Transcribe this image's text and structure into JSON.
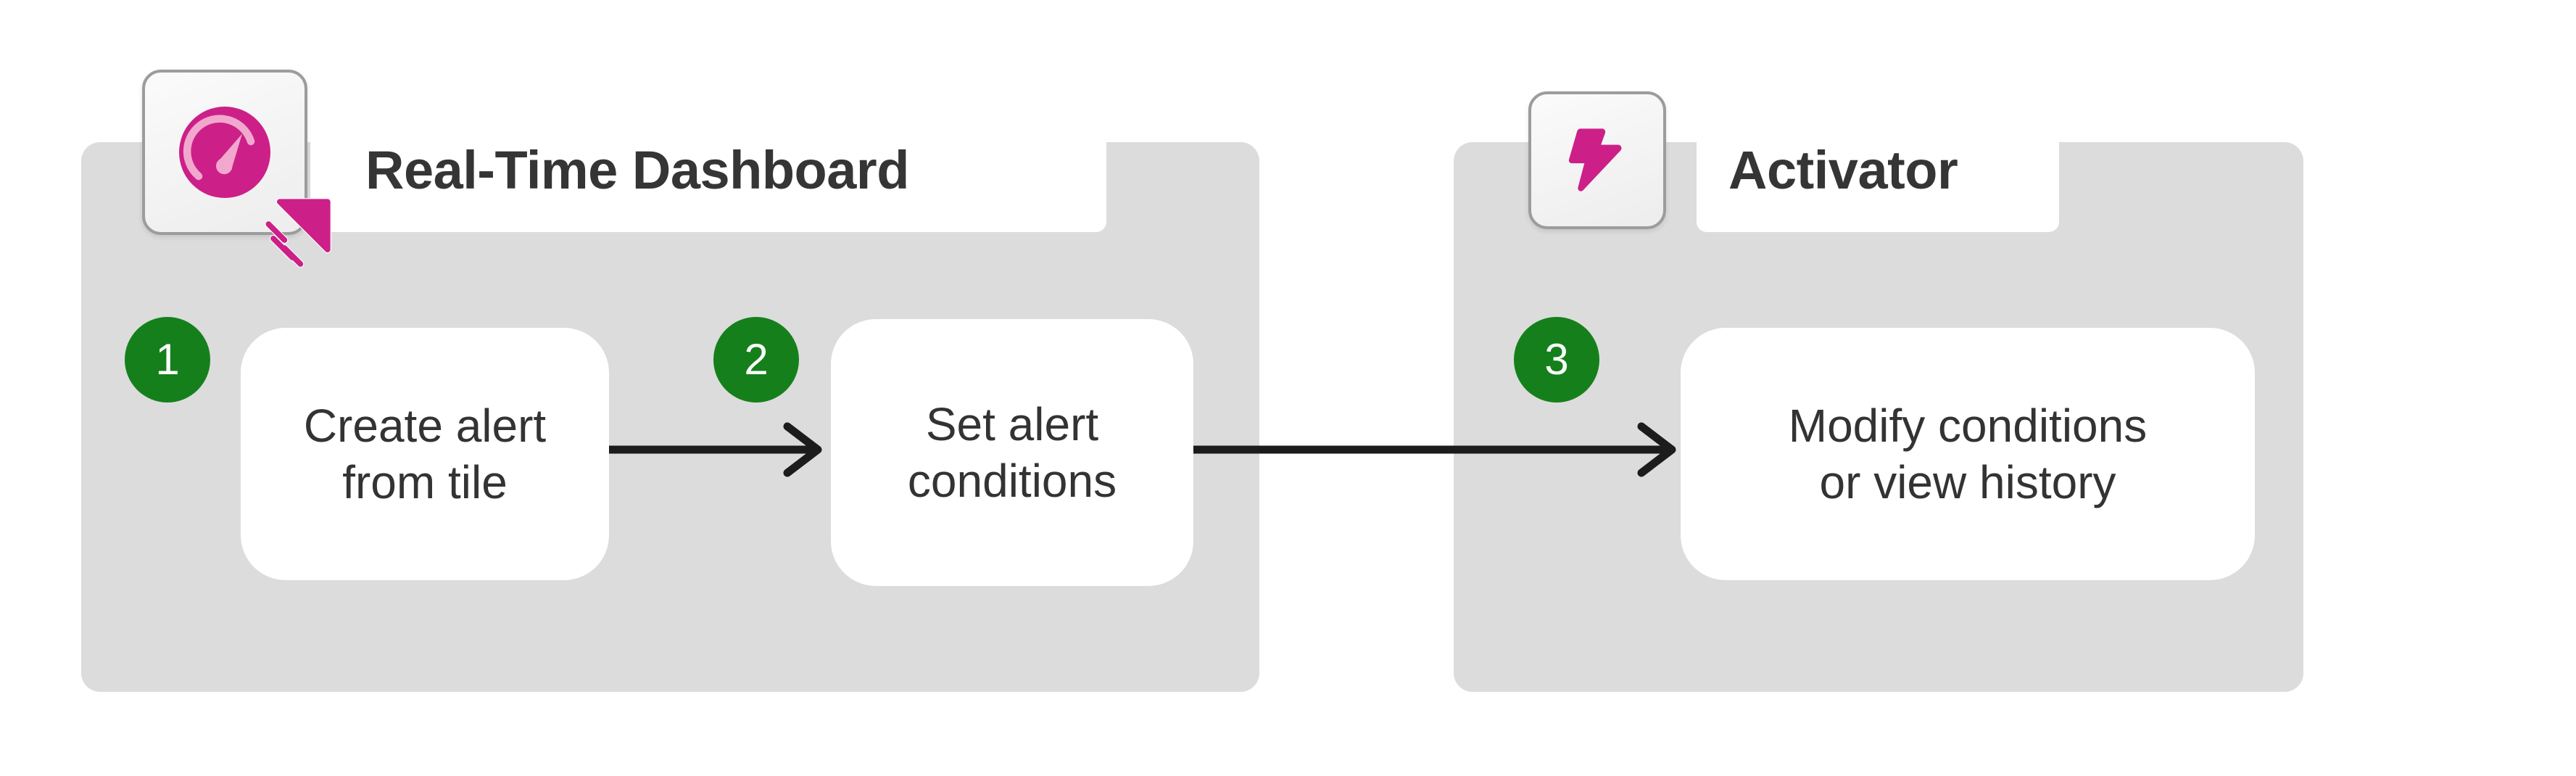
{
  "diagram": {
    "type": "flow-diagram",
    "background_color": "#ffffff",
    "group_color": "#dcdcdc",
    "accent_color": "#cc2088",
    "step_badge_color": "#15801b",
    "text_color": "#333333",
    "groups": [
      {
        "id": "dashboard",
        "title": "Real-Time Dashboard",
        "icon": "gauge-icon",
        "icon_overlay": "cursor-click-icon"
      },
      {
        "id": "activator",
        "title": "Activator",
        "icon": "lightning-bolt-icon"
      }
    ],
    "steps": [
      {
        "number": "1",
        "label": "Create alert\nfrom tile",
        "group": "dashboard"
      },
      {
        "number": "2",
        "label": "Set alert\nconditions",
        "group": "dashboard"
      },
      {
        "number": "3",
        "label": "Modify conditions\nor view history",
        "group": "activator"
      }
    ],
    "connectors": [
      {
        "from": "1",
        "to": "2",
        "style": "arrow-right"
      },
      {
        "from": "2",
        "to": "3",
        "style": "arrow-right"
      }
    ]
  }
}
